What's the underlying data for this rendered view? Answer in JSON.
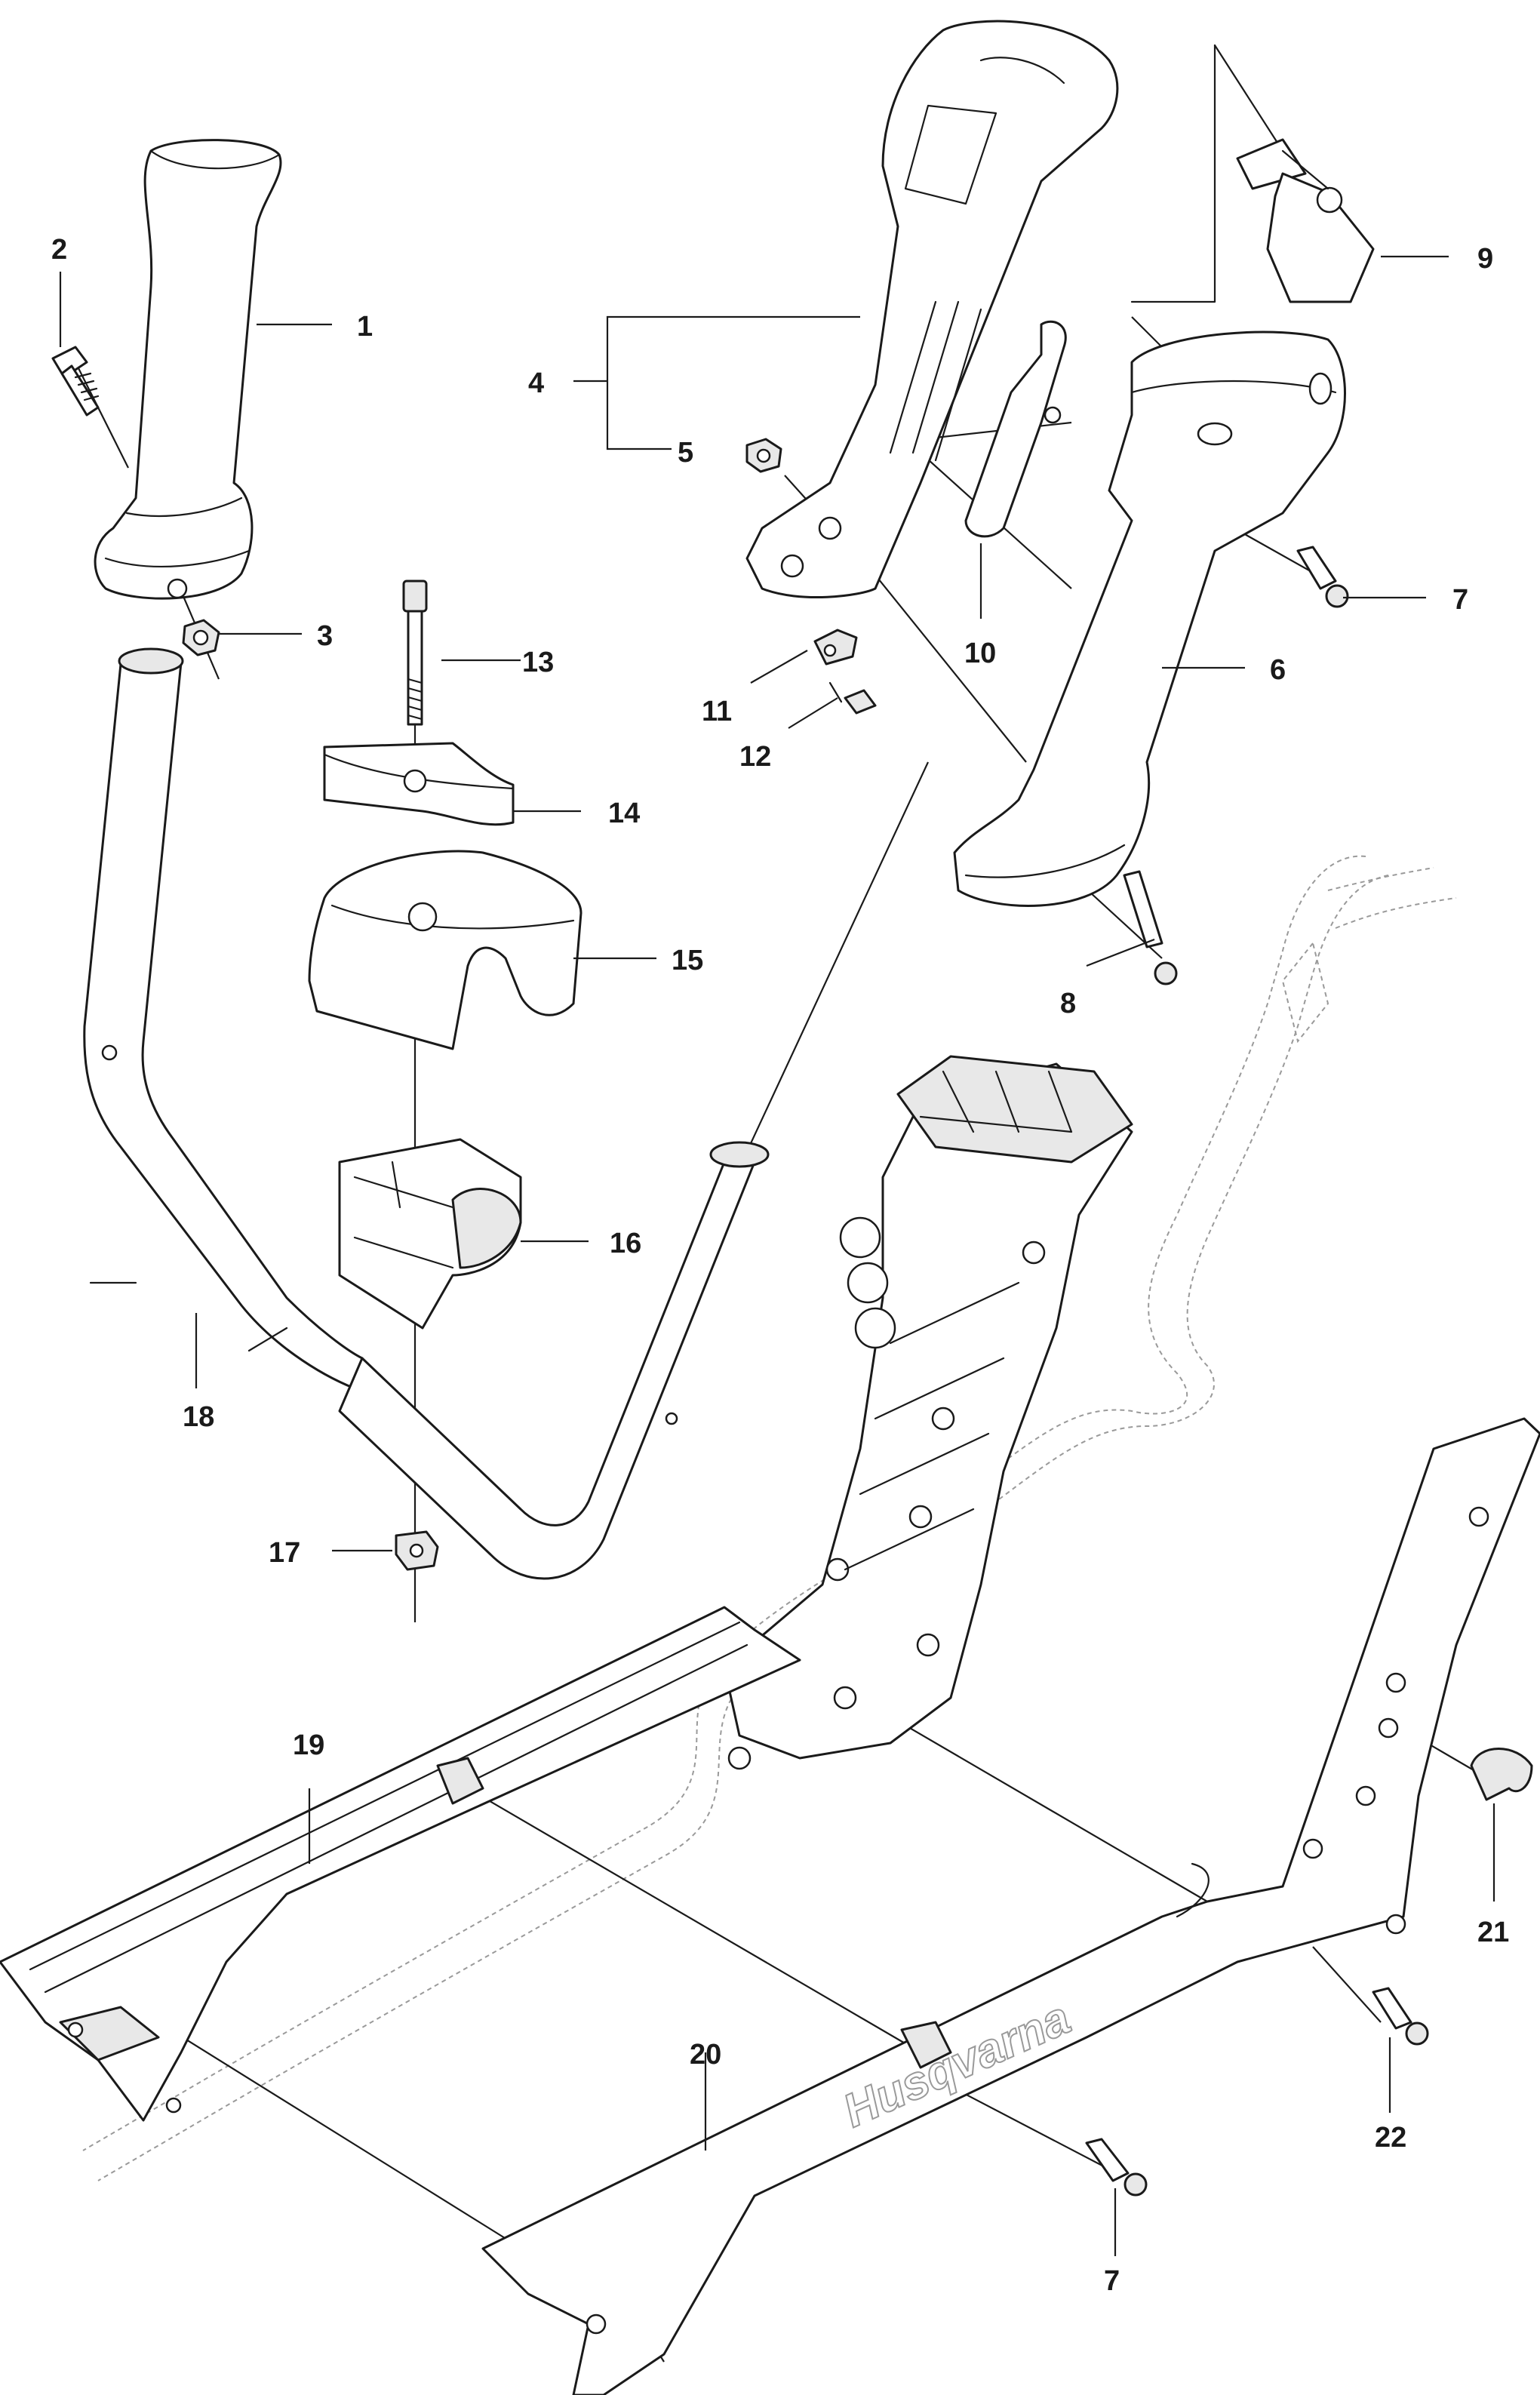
{
  "diagram": {
    "type": "exploded-parts-diagram",
    "brand_mark": "Husqvarna",
    "callouts": [
      {
        "id": "c1",
        "label": "1"
      },
      {
        "id": "c2",
        "label": "2"
      },
      {
        "id": "c3",
        "label": "3"
      },
      {
        "id": "c4",
        "label": "4"
      },
      {
        "id": "c5",
        "label": "5"
      },
      {
        "id": "c6",
        "label": "6"
      },
      {
        "id": "c7a",
        "label": "7"
      },
      {
        "id": "c7b",
        "label": "7"
      },
      {
        "id": "c8",
        "label": "8"
      },
      {
        "id": "c9",
        "label": "9"
      },
      {
        "id": "c10",
        "label": "10"
      },
      {
        "id": "c11",
        "label": "11"
      },
      {
        "id": "c12",
        "label": "12"
      },
      {
        "id": "c13",
        "label": "13"
      },
      {
        "id": "c14",
        "label": "14"
      },
      {
        "id": "c15",
        "label": "15"
      },
      {
        "id": "c16",
        "label": "16"
      },
      {
        "id": "c17",
        "label": "17"
      },
      {
        "id": "c18",
        "label": "18"
      },
      {
        "id": "c19",
        "label": "19"
      },
      {
        "id": "c20",
        "label": "20"
      },
      {
        "id": "c21",
        "label": "21"
      },
      {
        "id": "c22",
        "label": "22"
      }
    ]
  }
}
